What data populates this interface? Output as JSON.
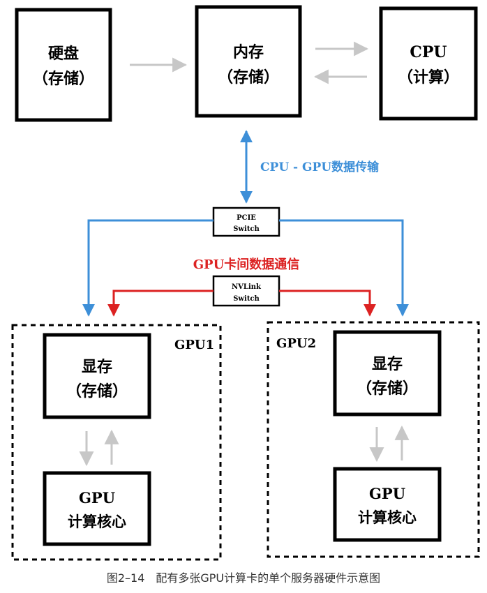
{
  "boxes": {
    "disk": {
      "line1": "硬盘",
      "line2": "（存储）"
    },
    "memory": {
      "line1": "内存",
      "line2": "（存储）"
    },
    "cpu": {
      "line1": "CPU",
      "line2": "（计算）"
    },
    "gpu1_vram": {
      "line1": "显存",
      "line2": "（存储）"
    },
    "gpu1_core": {
      "line1": "GPU",
      "line2": "计算核心"
    },
    "gpu2_vram": {
      "line1": "显存",
      "line2": "（存储）"
    },
    "gpu2_core": {
      "line1": "GPU",
      "line2": "计算核心"
    }
  },
  "switches": {
    "pcie": {
      "line1": "PCIE",
      "line2": "Switch"
    },
    "nvlink": {
      "line1": "NVLink",
      "line2": "Switch"
    }
  },
  "groups": {
    "gpu1": "GPU1",
    "gpu2": "GPU2"
  },
  "labels": {
    "cpu_gpu_transfer": "CPU - GPU数据传输",
    "gpu_gpu_comm": "GPU卡间数据通信"
  },
  "caption": "图2–14　配有多张GPU计算卡的单个服务器硬件示意图",
  "colors": {
    "blue": "#3d8fd8",
    "red": "#dc2222",
    "gray": "#c7c7c7",
    "black": "#000000"
  }
}
